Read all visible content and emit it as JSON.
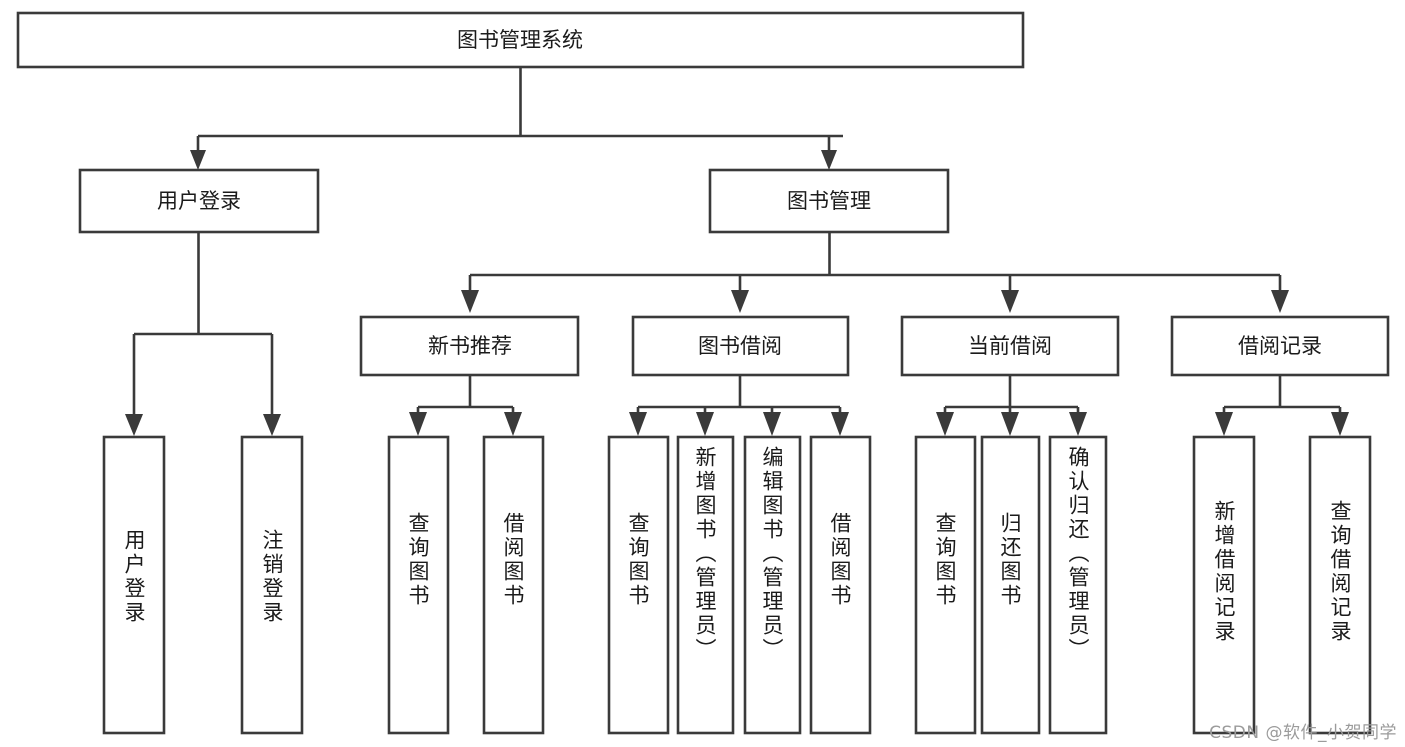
{
  "diagram": {
    "title": "图书管理系统",
    "type": "tree-hierarchy",
    "levels": 4,
    "colors": {
      "stroke": "#3a3a3a",
      "box_fill": "#ffffff",
      "text": "#1b1b1b",
      "background": "#ffffff",
      "watermark": "#9b9b9b"
    },
    "root": {
      "label": "图书管理系统"
    },
    "level2": [
      {
        "label": "用户登录"
      },
      {
        "label": "图书管理"
      }
    ],
    "level3": [
      {
        "label": "新书推荐"
      },
      {
        "label": "图书借阅"
      },
      {
        "label": "当前借阅"
      },
      {
        "label": "借阅记录"
      }
    ],
    "leaves": {
      "user_login": [
        {
          "label": "用户登录"
        },
        {
          "label": "注销登录"
        }
      ],
      "new_book_recommend": [
        {
          "label": "查询图书"
        },
        {
          "label": "借阅图书"
        }
      ],
      "book_borrow": [
        {
          "label": "查询图书"
        },
        {
          "label": "新增图书（管理员）"
        },
        {
          "label": "编辑图书（管理员）"
        },
        {
          "label": "借阅图书"
        }
      ],
      "current_borrow": [
        {
          "label": "查询图书"
        },
        {
          "label": "归还图书"
        },
        {
          "label": "确认归还（管理员）"
        }
      ],
      "borrow_records": [
        {
          "label": "新增借阅记录"
        },
        {
          "label": "查询借阅记录"
        }
      ]
    }
  },
  "watermark": {
    "text": "CSDN @软件_小贺同学"
  }
}
